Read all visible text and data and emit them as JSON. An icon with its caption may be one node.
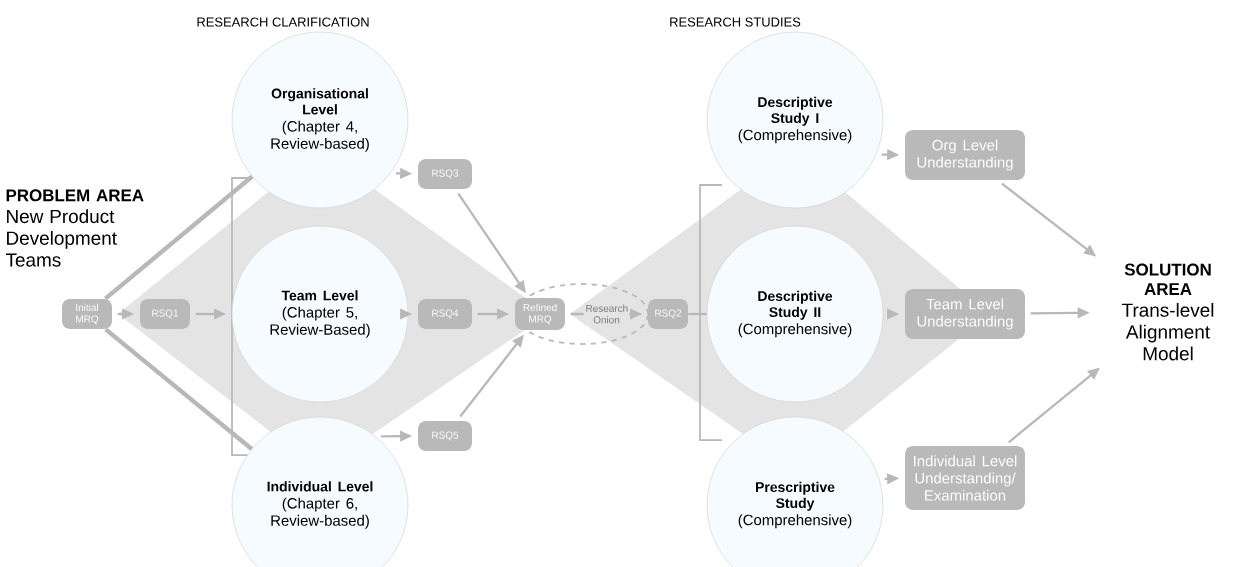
{
  "diagram": {
    "nodes": [
      {
        "text": [
          "PROBLEM AREA",
          "New Product Development Teams"
        ]
      },
      {
        "text": [
          "Initial MRQ"
        ]
      },
      {
        "text": [
          "RSQ1"
        ]
      },
      {
        "text": [
          "Organisational Level",
          "(Chapter 4, Review-based)"
        ]
      },
      {
        "text": [
          "Team Level",
          "(Chapter 5, Review-Based)"
        ]
      },
      {
        "text": [
          "Individual Level",
          "(Chapter 6, Review-based)"
        ]
      },
      {
        "text": [
          "RSQ3"
        ]
      },
      {
        "text": [
          "RSQ4"
        ]
      },
      {
        "text": [
          "RSQ5"
        ]
      },
      {
        "text": [
          "Refined MRQ"
        ]
      },
      {
        "text": [
          "RSQ2"
        ]
      },
      {
        "text": [
          "Descriptive Study I",
          "(Comprehensive)"
        ]
      },
      {
        "text": [
          "Descriptive Study II",
          "(Comprehensive)"
        ]
      },
      {
        "text": [
          "Prescriptive Study",
          "(Comprehensive)"
        ]
      },
      {
        "text": [
          "Org Level Understanding"
        ]
      },
      {
        "text": [
          "Team Level Understanding"
        ]
      },
      {
        "text": [
          "Individual Level Understanding/ Examination"
        ]
      },
      {
        "text": [
          "SOLUTION AREA",
          "Trans-level Alignment Model"
        ]
      }
    ],
    "edges": [
      {
        "from": 1,
        "to": 2,
        "arrow": "to"
      },
      {
        "from": 1,
        "to": 3,
        "arrow": "none",
        "style": "thick"
      },
      {
        "from": 1,
        "to": 5,
        "arrow": "none",
        "style": "thick"
      },
      {
        "from": 2,
        "to": 4,
        "arrow": "to"
      },
      {
        "from": 3,
        "to": 6,
        "arrow": "to"
      },
      {
        "from": 4,
        "to": 7,
        "arrow": "to"
      },
      {
        "from": 5,
        "to": 8,
        "arrow": "to"
      },
      {
        "from": 6,
        "to": 9,
        "arrow": "to"
      },
      {
        "from": 7,
        "to": 9,
        "arrow": "to"
      },
      {
        "from": 8,
        "to": 9,
        "arrow": "to"
      },
      {
        "from": 9,
        "to": 10,
        "arrow": "to",
        "label": "Research Onion"
      },
      {
        "from": 10,
        "to": 12,
        "arrow": "none"
      },
      {
        "from": 11,
        "to": 14,
        "arrow": "to"
      },
      {
        "from": 12,
        "to": 15,
        "arrow": "to"
      },
      {
        "from": 13,
        "to": 16,
        "arrow": "to"
      },
      {
        "from": 14,
        "to": 17,
        "arrow": "to"
      },
      {
        "from": 15,
        "to": 17,
        "arrow": "to"
      },
      {
        "from": 16,
        "to": 17,
        "arrow": "to"
      }
    ],
    "labels": [
      "RESEARCH CLARIFICATION",
      "RESEARCH STUDIES"
    ]
  }
}
